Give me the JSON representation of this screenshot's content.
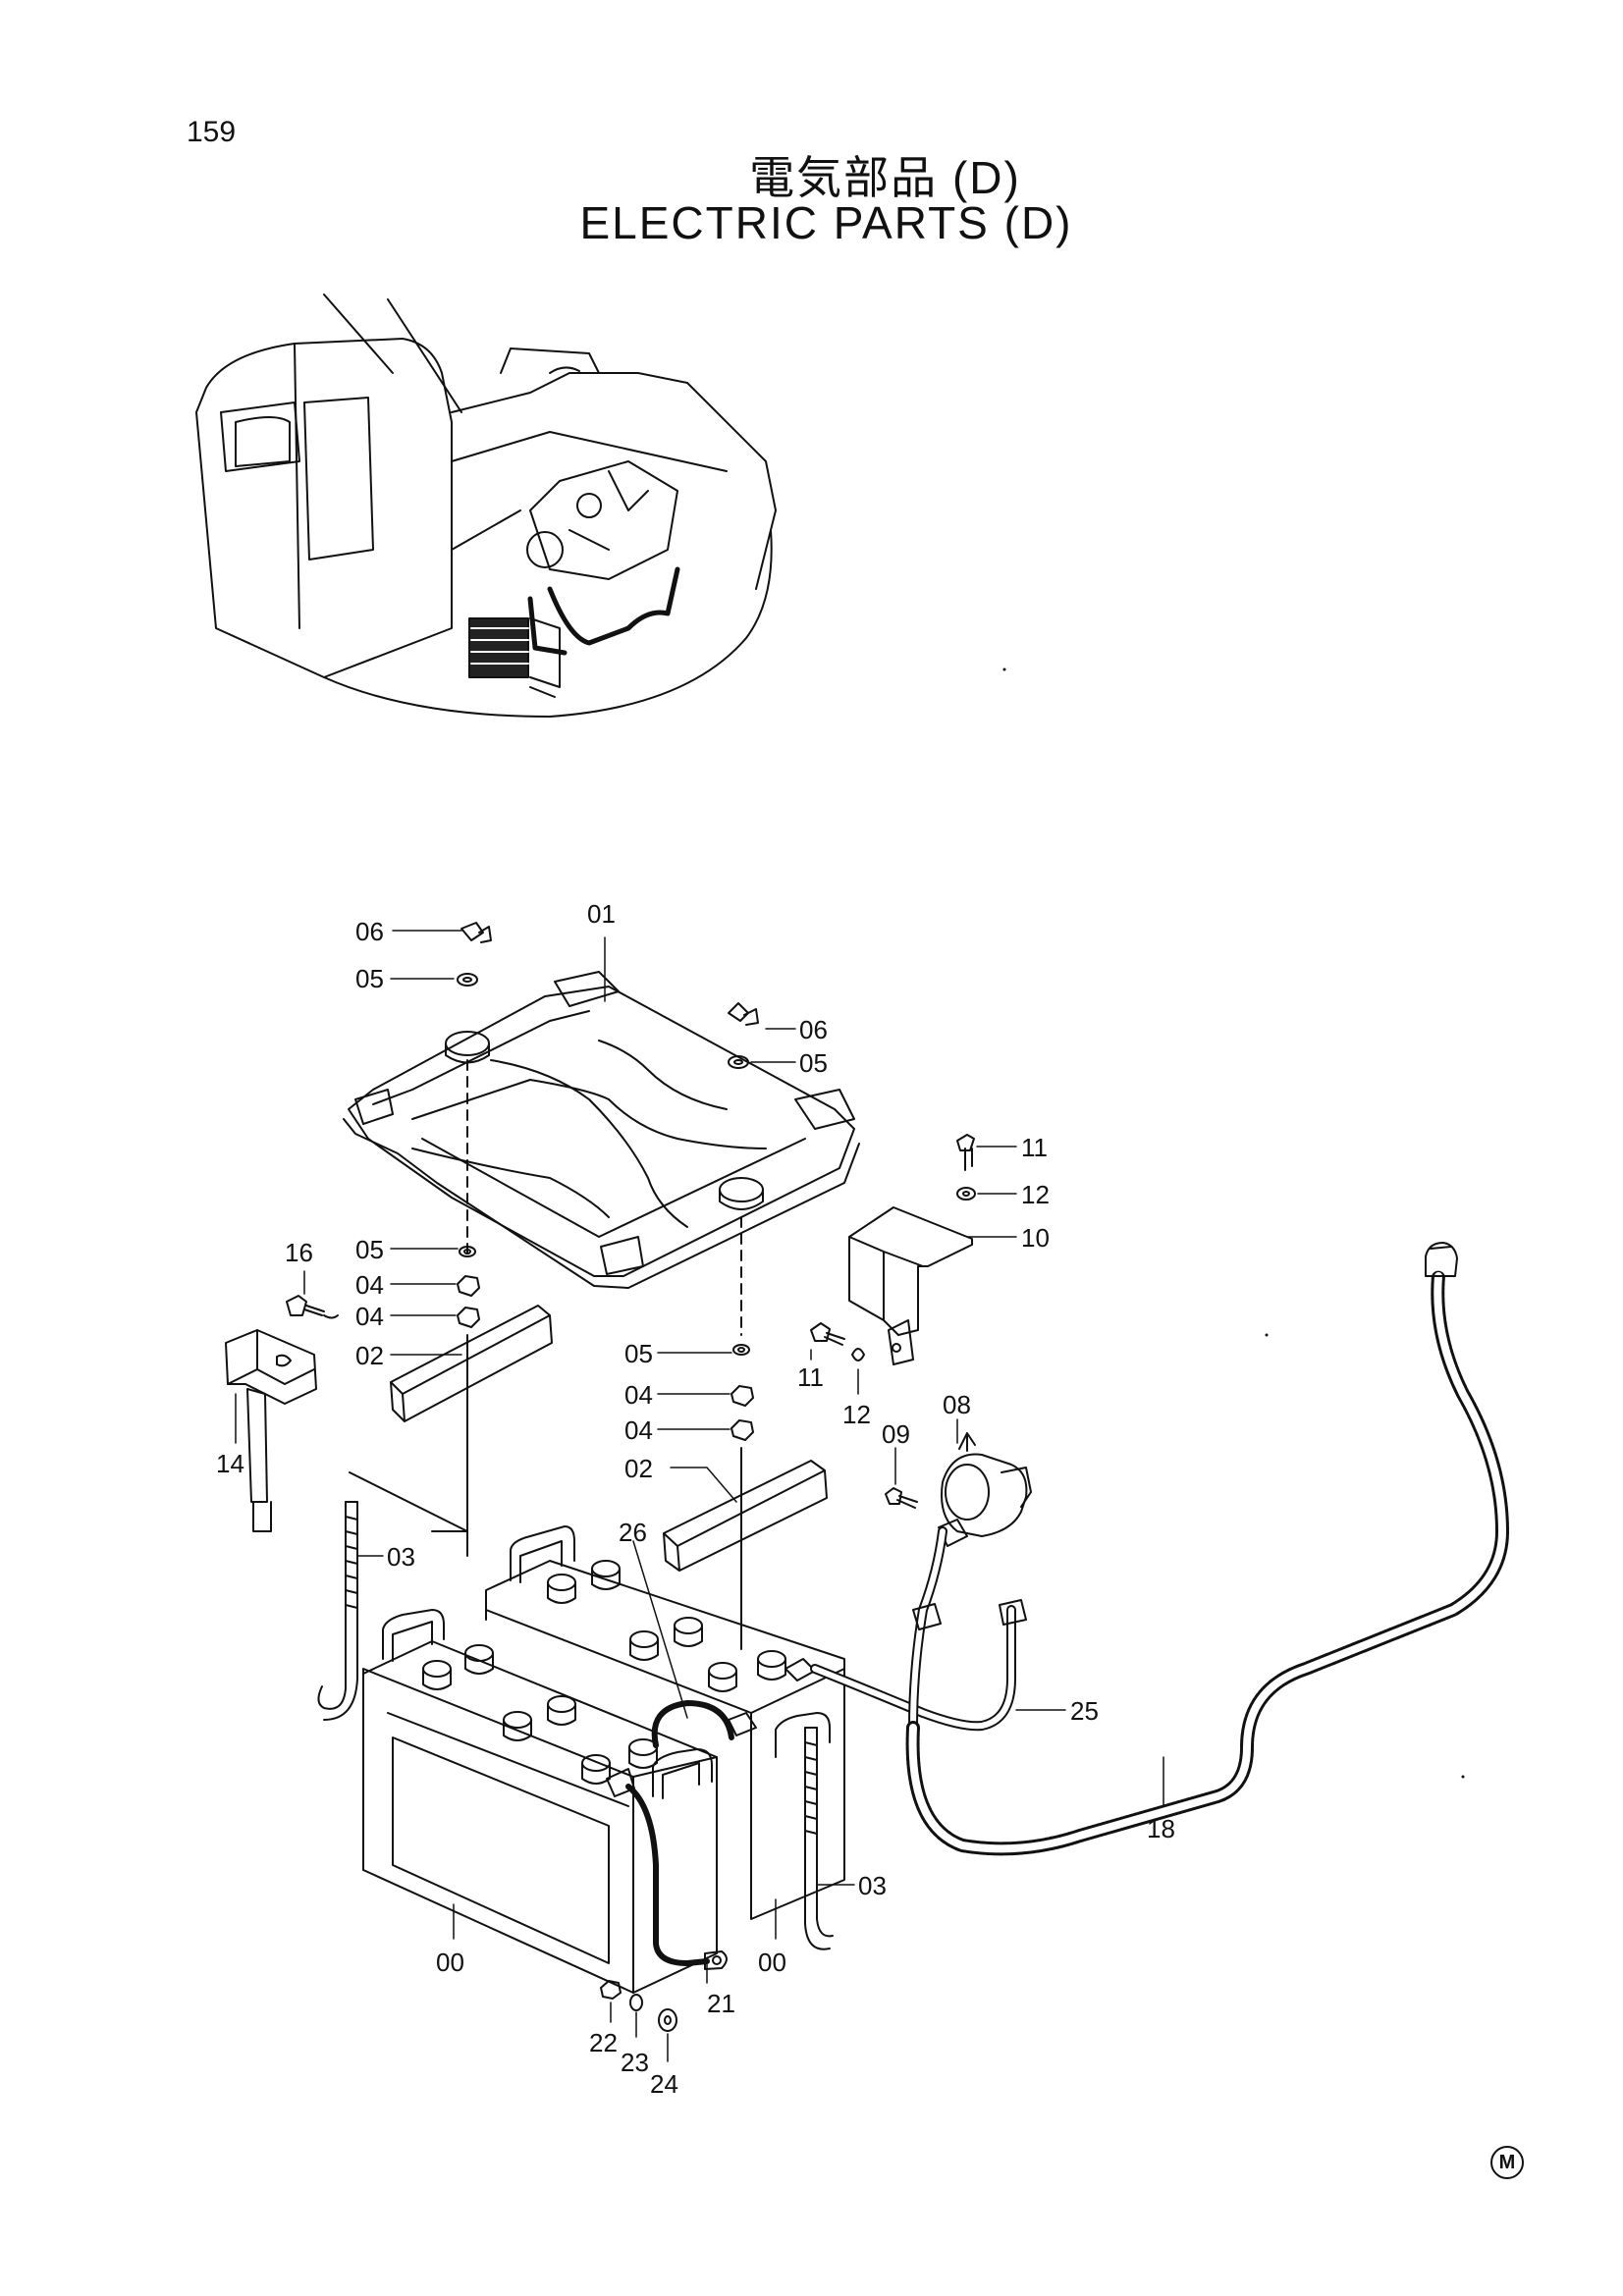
{
  "page_number": "159",
  "title": {
    "japanese": "電気部品 (D)",
    "english": "ELECTRIC PARTS (D)"
  },
  "callouts": {
    "c01": "01",
    "c06a": "06",
    "c05a": "05",
    "c06b": "06",
    "c05b": "05",
    "c11a": "11",
    "c12a": "12",
    "c10": "10",
    "c16": "16",
    "c05c": "05",
    "c04a": "04",
    "c04b": "04",
    "c02a": "02",
    "c14": "14",
    "c05d": "05",
    "c04c": "04",
    "c04d": "04",
    "c02b": "02",
    "c11b": "11",
    "c12b": "12",
    "c08": "08",
    "c09": "09",
    "c03a": "03",
    "c26": "26",
    "c25": "25",
    "c18": "18",
    "c03b": "03",
    "c00a": "00",
    "c00b": "00",
    "c21": "21",
    "c22": "22",
    "c23": "23",
    "c24": "24"
  },
  "corner_mark": "M",
  "icons": {
    "locator": "excavator-overview-illustration",
    "cover": "battery-cover-part",
    "batteries": "battery-pair-illustration"
  }
}
